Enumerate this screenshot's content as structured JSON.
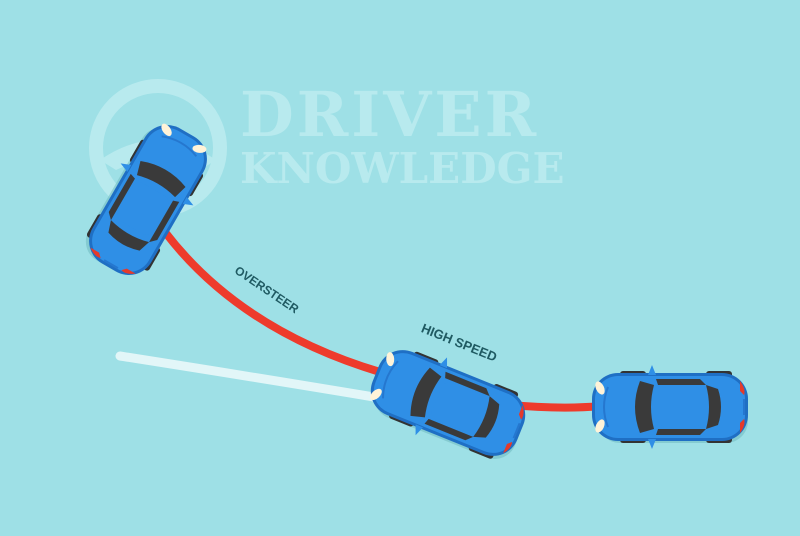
{
  "watermark": {
    "line1": "DRIVER",
    "line2": "KNOWLEDGE",
    "icon": "steering-wheel-icon"
  },
  "labels": {
    "oversteer": "OVERSTEER",
    "high_speed": "HIGH SPEED"
  },
  "paths": {
    "intended_path": "white curve showing intended path",
    "oversteer_path": "red curve showing oversteer trajectory"
  },
  "cars": [
    {
      "id": "car-start",
      "position": "right",
      "facing": "left"
    },
    {
      "id": "car-mid",
      "position": "middle",
      "facing": "up-left"
    },
    {
      "id": "car-spin",
      "position": "top-left",
      "facing": "up-right"
    }
  ],
  "colors": {
    "background": "#9ee0e6",
    "car_body": "#2f8fe6",
    "oversteer_path": "#ee3b2c",
    "intended_path": "#e2f6f8",
    "label_text": "#1f5a62",
    "watermark": "#b8eaee"
  }
}
